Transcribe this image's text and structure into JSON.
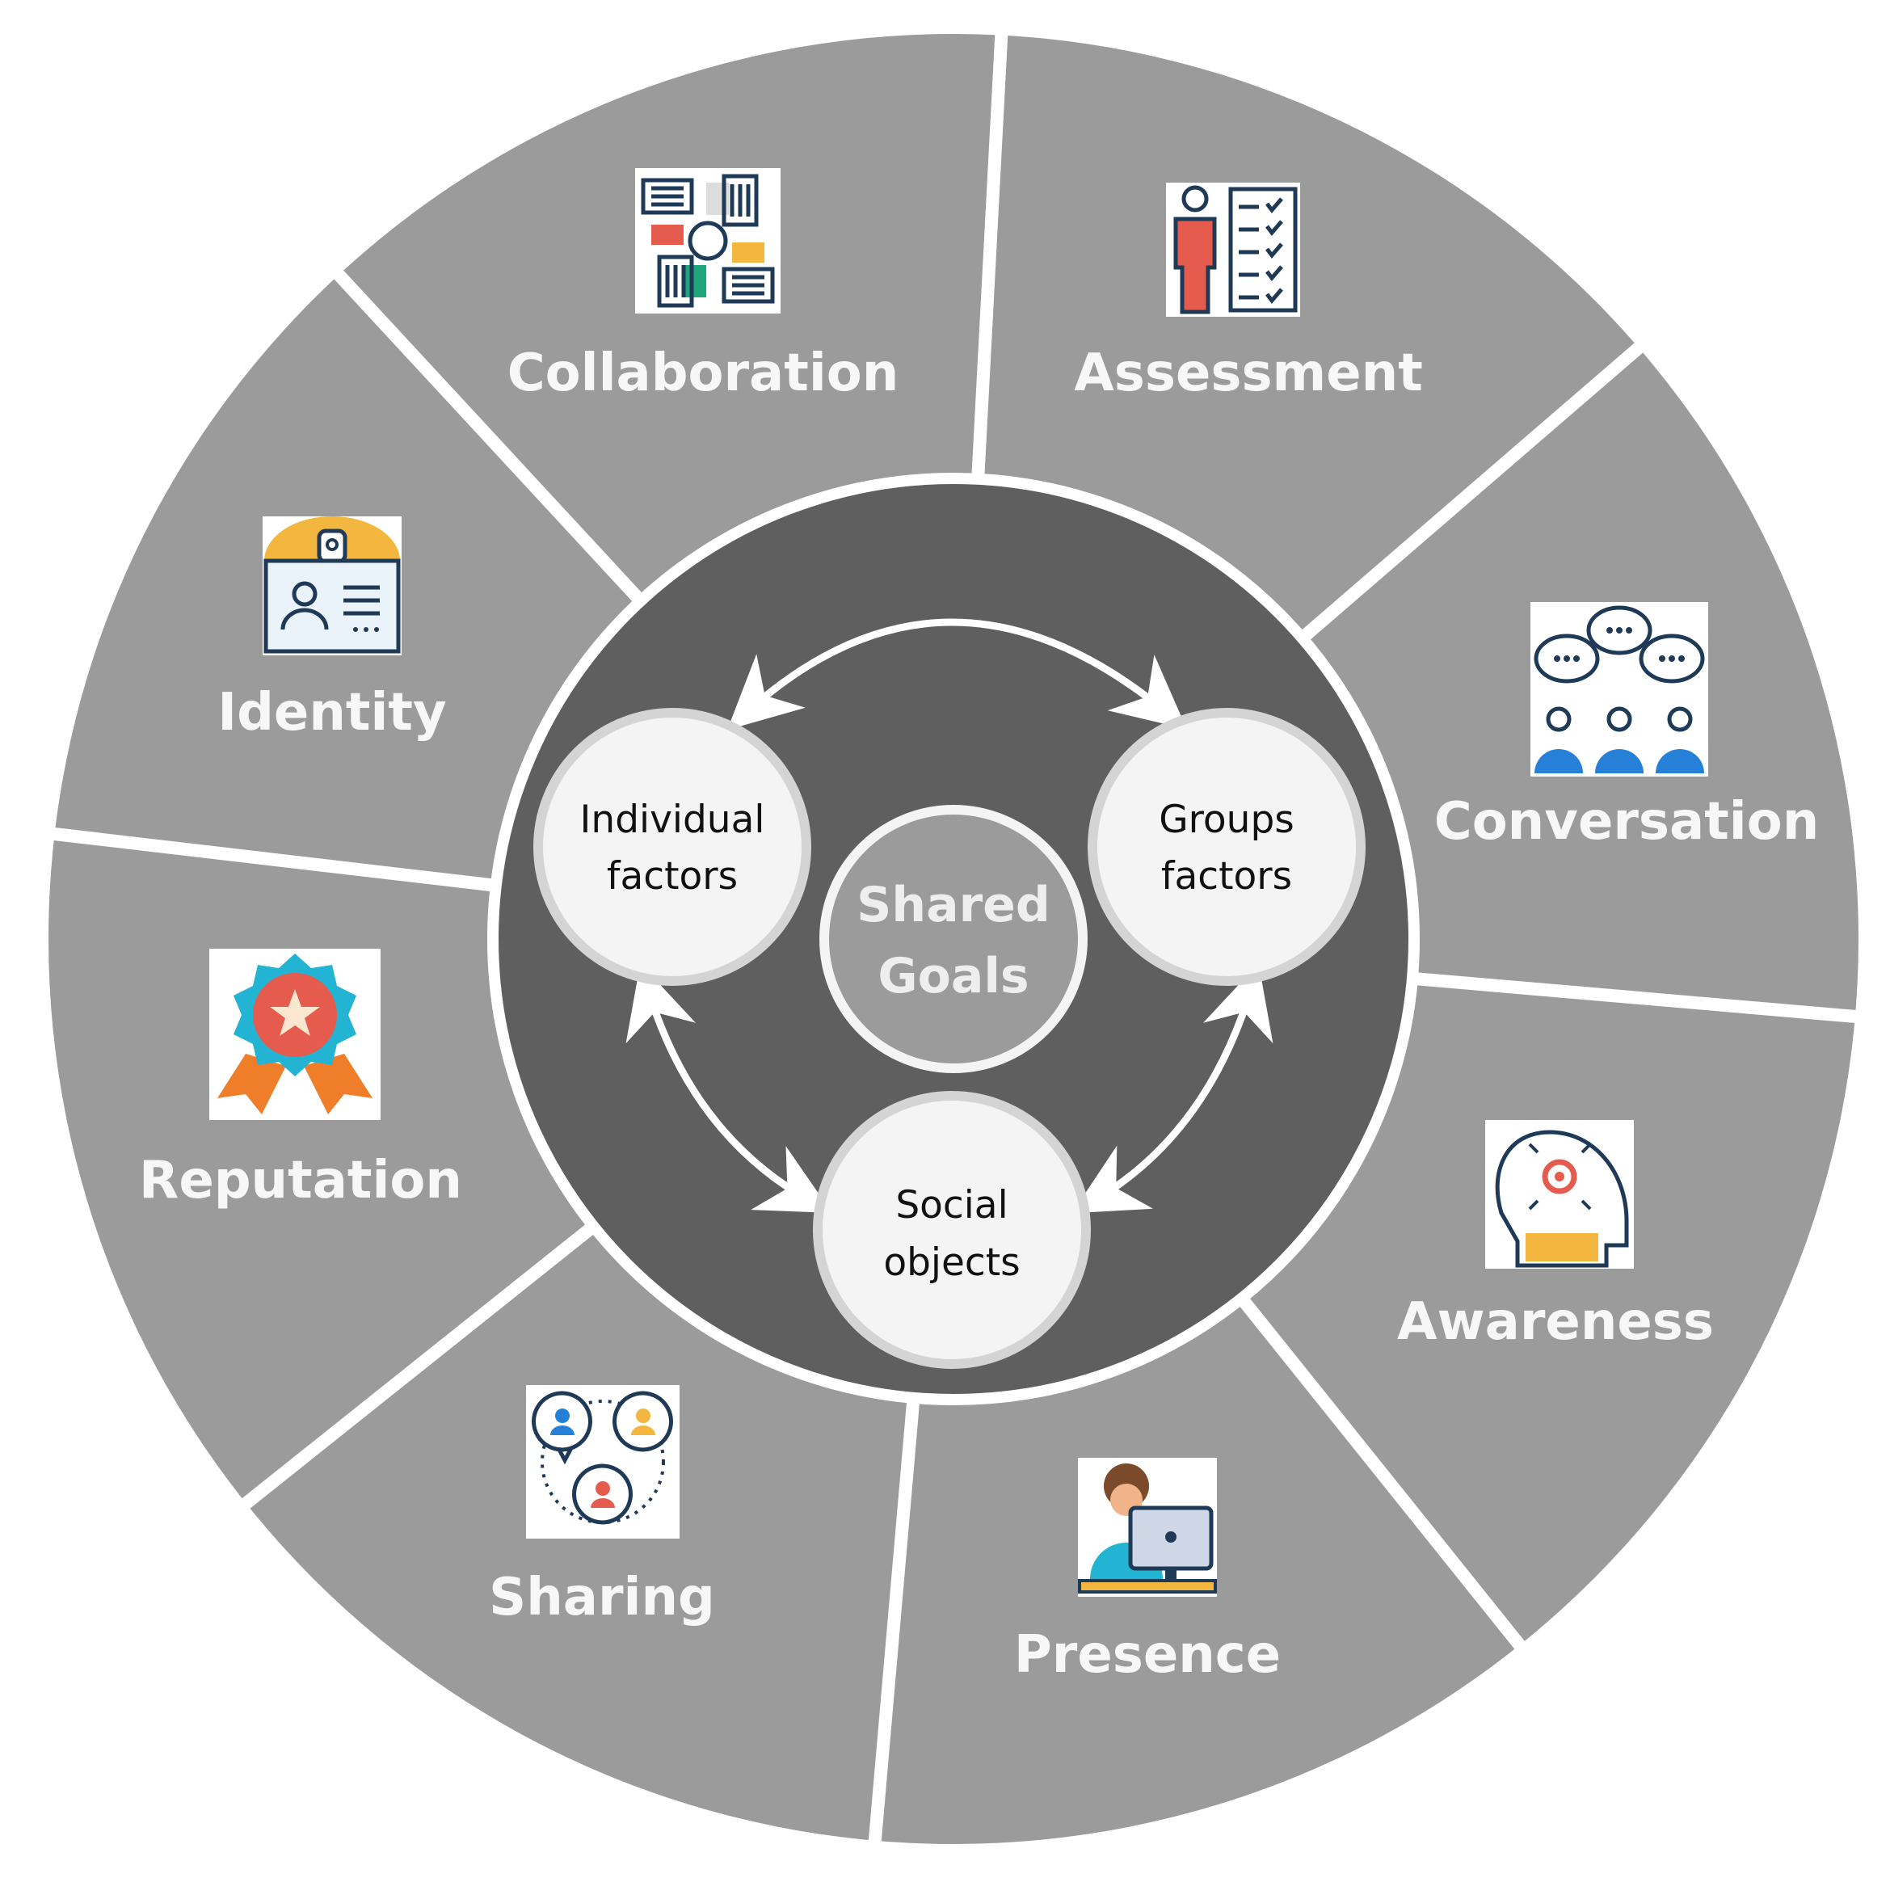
{
  "segments": [
    {
      "label": "Collaboration",
      "icon": "collaboration-hands-icon"
    },
    {
      "label": "Assessment",
      "icon": "assessment-checklist-icon"
    },
    {
      "label": "Conversation",
      "icon": "conversation-bubbles-icon"
    },
    {
      "label": "Awareness",
      "icon": "awareness-head-gear-icon"
    },
    {
      "label": "Presence",
      "icon": "presence-person-computer-icon"
    },
    {
      "label": "Sharing",
      "icon": "sharing-people-network-icon"
    },
    {
      "label": "Reputation",
      "icon": "reputation-award-badge-icon"
    },
    {
      "label": "Identity",
      "icon": "identity-id-card-icon"
    }
  ],
  "center": {
    "line1": "Shared",
    "line2": "Goals"
  },
  "nodes": {
    "individual": {
      "line1": "Individual",
      "line2": "factors"
    },
    "groups": {
      "line1": "Groups",
      "line2": "factors"
    },
    "social": {
      "line1": "Social",
      "line2": "objects"
    }
  },
  "colors": {
    "outer_ring": "#9b9b9b",
    "inner_disk": "#5f5f5f",
    "node_fill": "#f4f4f4",
    "node_border": "#d4d4d4",
    "separator": "#ffffff"
  }
}
